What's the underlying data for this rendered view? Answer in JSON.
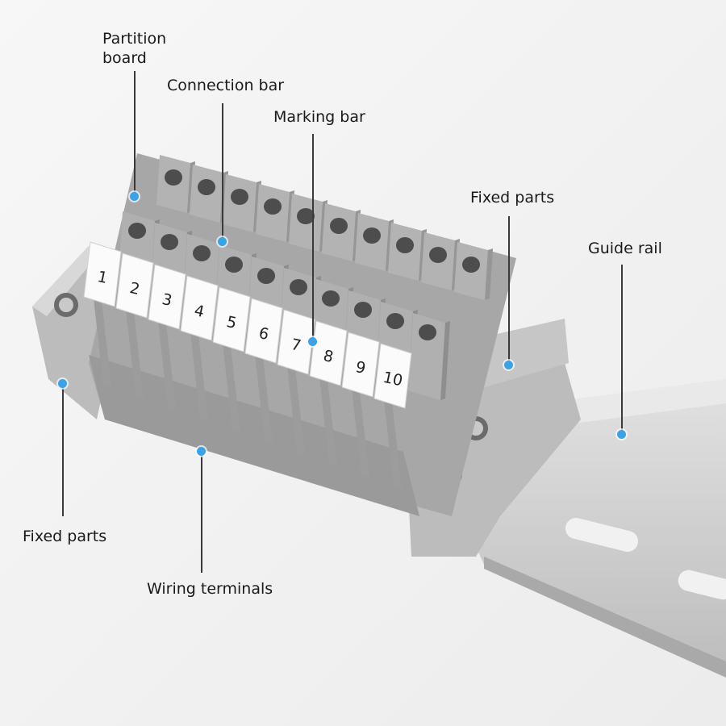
{
  "callouts": {
    "partition_board": "Partition\nboard",
    "connection_bar": "Connection bar",
    "marking_bar": "Marking bar",
    "fixed_parts_right": "Fixed parts",
    "guide_rail": "Guide rail",
    "fixed_parts_left": "Fixed parts",
    "wiring_terminals": "Wiring terminals"
  },
  "markers": [
    "1",
    "2",
    "3",
    "4",
    "5",
    "6",
    "7",
    "8",
    "9",
    "10"
  ],
  "colors": {
    "background": "#f4f4f4",
    "terminal_body": "#b9b9b9",
    "terminal_dark": "#8f8f8f",
    "marker_white": "#fbfbfb",
    "rail": "#d3d3d3",
    "callout_dot": "#3aa3e6",
    "leader_line": "#3a3a3a"
  }
}
